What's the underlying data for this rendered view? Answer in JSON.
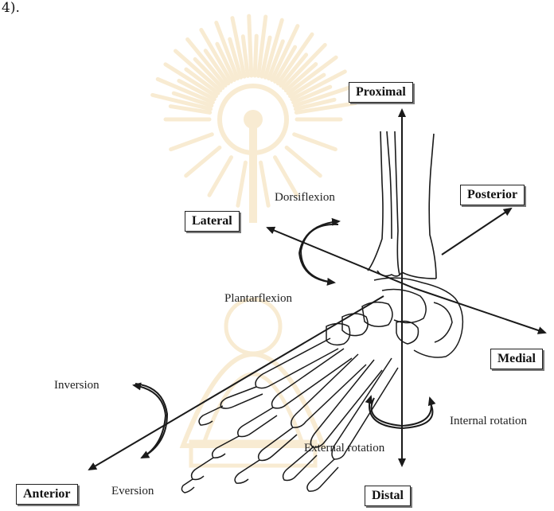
{
  "caption_fragment": "4).",
  "axis_boxes": {
    "proximal": "Proximal",
    "posterior": "Posterior",
    "lateral": "Lateral",
    "medial": "Medial",
    "anterior": "Anterior",
    "distal": "Distal"
  },
  "motion_labels": {
    "dorsiflexion": "Dorsiflexion",
    "plantarflexion": "Plantarflexion",
    "inversion": "Inversion",
    "eversion": "Eversion",
    "internal_rotation": "Internal rotation",
    "external_rotation": "External rotation"
  },
  "colors": {
    "line": "#1a1a1a",
    "watermark": "#f1d9a6"
  }
}
